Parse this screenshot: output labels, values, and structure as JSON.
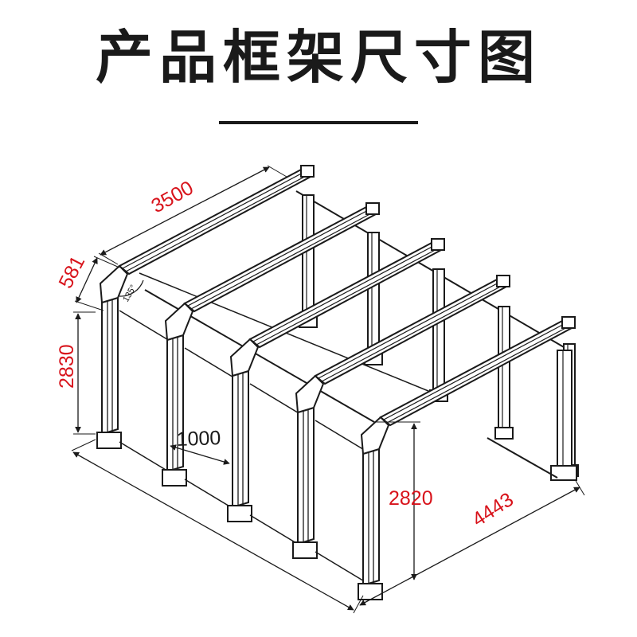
{
  "title": "产品框架尺寸图",
  "colors": {
    "title": "#1a1a1a",
    "line": "#1a1a1a",
    "dimension_text": "#d8131b",
    "frame_fill": "#ffffff"
  },
  "dimensions": {
    "length": "3500",
    "slope": "581",
    "side_height": "2830",
    "spacing": "1000",
    "center_height": "2820",
    "width": "4443",
    "angle": "135°"
  }
}
